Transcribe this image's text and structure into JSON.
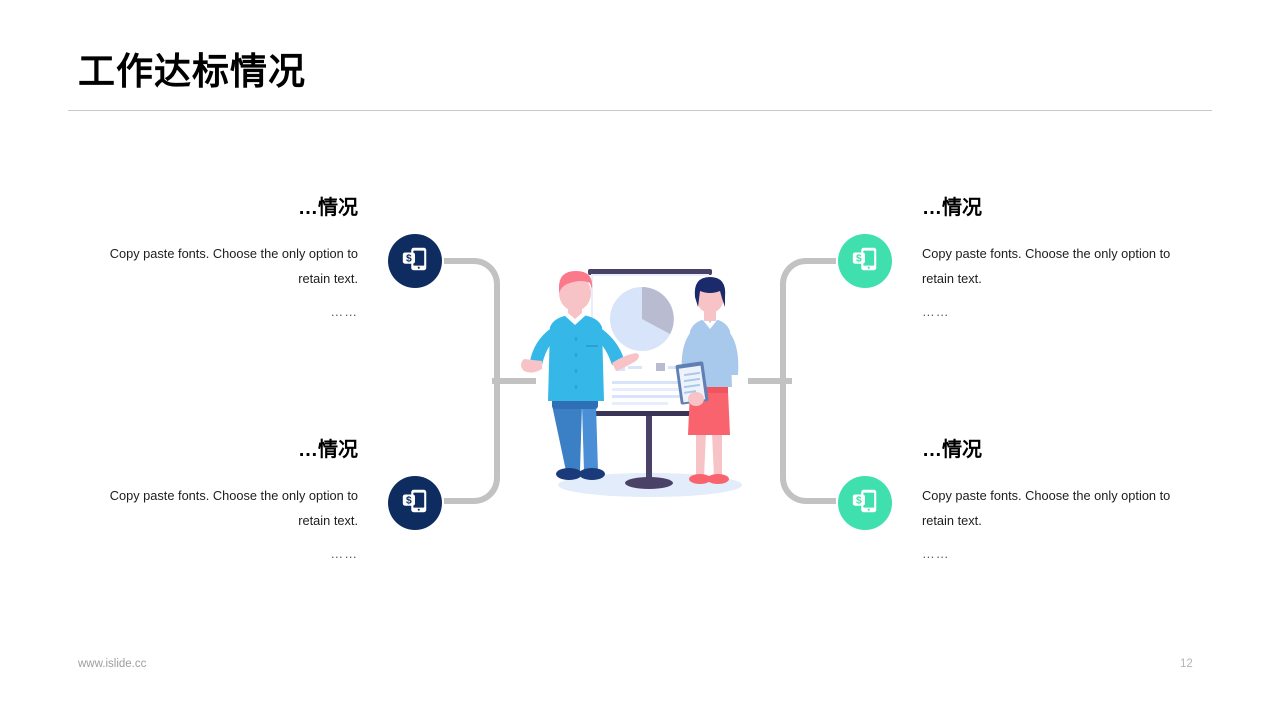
{
  "slide": {
    "title": "工作达标情况",
    "footer_url": "www.islide.cc",
    "page_number": "12"
  },
  "colors": {
    "navy": "#0e2c5f",
    "teal": "#3fe0ad",
    "connector_gray": "#c2c2c2",
    "rule_gray": "#c9c9c9",
    "title_black": "#000000",
    "footer_gray": "#9e9e9e"
  },
  "blocks": [
    {
      "id": "top-left",
      "align": "right",
      "heading": "…情况",
      "body": "Copy paste fonts. Choose the only option to retain text.",
      "dots": "……",
      "icon": "mobile-payment-icon",
      "icon_color": "navy"
    },
    {
      "id": "bottom-left",
      "align": "right",
      "heading": "…情况",
      "body": "Copy paste fonts. Choose the only option to retain text.",
      "dots": "……",
      "icon": "mobile-payment-icon",
      "icon_color": "navy"
    },
    {
      "id": "top-right",
      "align": "left",
      "heading": "…情况",
      "body": "Copy paste fonts. Choose the only option to retain text.",
      "dots": "……",
      "icon": "mobile-payment-icon",
      "icon_color": "teal"
    },
    {
      "id": "bottom-right",
      "align": "left",
      "heading": "…情况",
      "body": "Copy paste fonts. Choose the only option to retain text.",
      "dots": "……",
      "icon": "mobile-payment-icon",
      "icon_color": "teal"
    }
  ],
  "illustration": {
    "name": "business-presentation-illustration",
    "description": "Two people presenting beside a whiteboard with a pie chart"
  }
}
